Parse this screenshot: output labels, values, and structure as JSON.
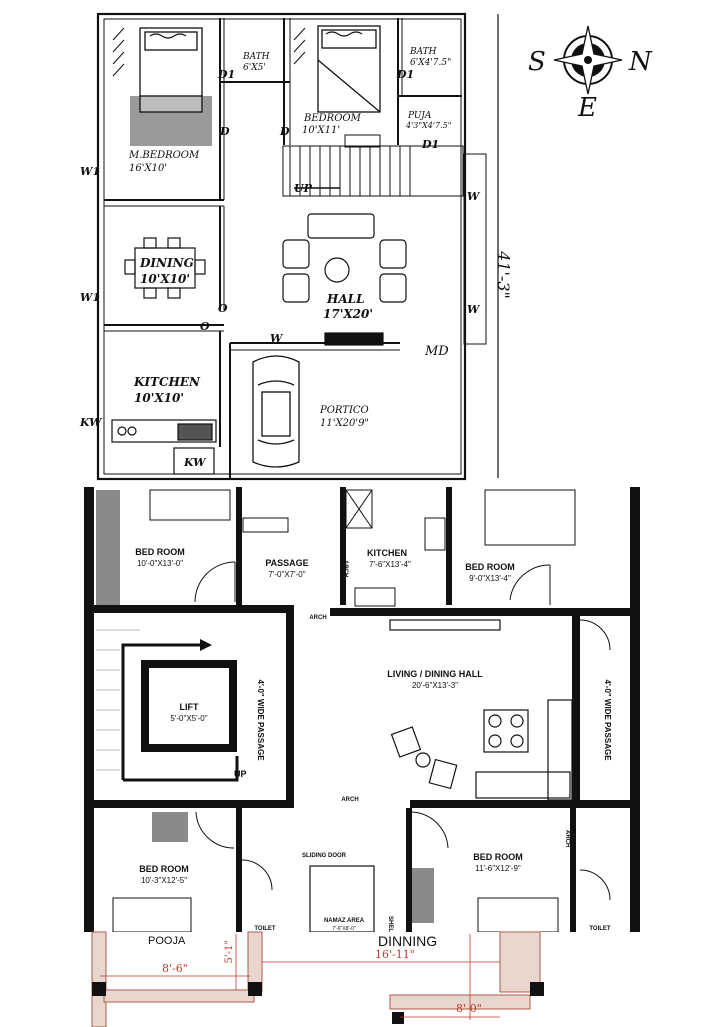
{
  "plan1": {
    "compass": {
      "s": "S",
      "n": "N",
      "e": "E"
    },
    "dimension": "41'-3\"",
    "rooms": {
      "bath1": {
        "name": "BATH",
        "size": "6'X5'"
      },
      "bath2": {
        "name": "BATH",
        "size": "6'X4'7.5\""
      },
      "bedroom": {
        "name": "BEDROOM",
        "size": "10'X11'"
      },
      "puja": {
        "name": "PUJA",
        "size": "4'3\"X4'7.5\""
      },
      "mbedroom": {
        "name": "M.BEDROOM",
        "size": "16'X10'"
      },
      "dining": {
        "name": "DINING",
        "size": "10'X10'"
      },
      "hall": {
        "name": "HALL",
        "size": "17'X20'"
      },
      "kitchen": {
        "name": "KITCHEN",
        "size": "10'X10'"
      },
      "portico": {
        "name": "PORTICO",
        "size": "11'X20'9\""
      }
    },
    "tags": {
      "d1": "D1",
      "d": "D",
      "w1": "W1",
      "w": "W",
      "o": "O",
      "up": "UP",
      "md": "MD",
      "kw": "KW"
    }
  },
  "plan2": {
    "rooms": {
      "bed1": {
        "name": "BED ROOM",
        "size": "10'-0\"X13'-0\""
      },
      "passage": {
        "name": "PASSAGE",
        "size": "7'-0\"X7'-0\""
      },
      "kitchen": {
        "name": "KITCHEN",
        "size": "7'-6\"X13'-4\""
      },
      "bed2": {
        "name": "BED ROOM",
        "size": "9'-0\"X13'-4\""
      },
      "lift": {
        "name": "LIFT",
        "size": "5'-0\"X5'-0\""
      },
      "living": {
        "name": "LIVING / DINING HALL",
        "size": "20'-6\"X13'-3\""
      },
      "bed3": {
        "name": "BED ROOM",
        "size": "10'-3\"X12'-5\""
      },
      "bed4": {
        "name": "BED ROOM",
        "size": "11'-6\"X12'-9\""
      },
      "namaz": {
        "name": "NAMAZ AREA",
        "size": "7'-6\"X8'-0\""
      }
    },
    "labels": {
      "arch": "ARCH",
      "wide_passage": "4'-0\" WIDE PASSAGE",
      "up": "UP",
      "sliding_door": "SLIDING DOOR",
      "toilet": "TOILET",
      "shelf": "SHEL"
    }
  },
  "plan3": {
    "pooja": "POOJA",
    "dinning": "DINNING",
    "dims": {
      "d1": "8'-6\"",
      "d2": "16'-11\"",
      "d3": "5'-1\"",
      "d4": "8'-0\""
    }
  }
}
